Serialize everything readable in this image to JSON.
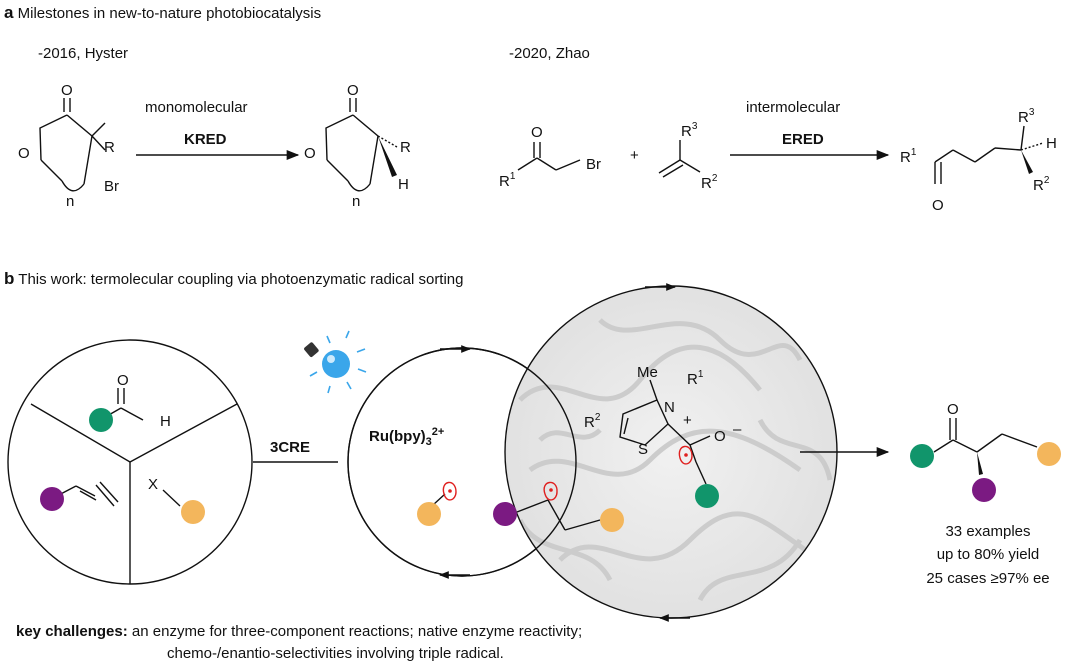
{
  "panel_a": {
    "letter": "a",
    "title": "Milestones in new-to-nature photobiocatalysis",
    "left": {
      "year_label": "-2016, Hyster",
      "arrow_top": "monomolecular",
      "enzyme": "KRED",
      "sm_atoms": [
        "O",
        "O",
        "R",
        "Br",
        "n"
      ],
      "pr_atoms": [
        "O",
        "O",
        "R",
        "H",
        "n"
      ]
    },
    "right": {
      "year_label": "-2020, Zhao",
      "arrow_top": "intermolecular",
      "enzyme": "ERED",
      "plus": "+",
      "ketone_atoms": [
        "O",
        "Br",
        "R",
        "1"
      ],
      "alkene_atoms": [
        "R",
        "3",
        "R",
        "2"
      ],
      "product_atoms": [
        "R",
        "1",
        "O",
        "R",
        "3",
        "H",
        "R",
        "2"
      ]
    }
  },
  "panel_b": {
    "letter": "b",
    "title": "This work: termolecular coupling via photoenzymatic radical sorting",
    "label_3cre": "3CRE",
    "catalyst_base": "Ru(bpy)",
    "catalyst_sub": "3",
    "catalyst_sup": "2+",
    "aldehyde_atoms": [
      "O",
      "H"
    ],
    "halide_atom": "X",
    "thiazolium": {
      "me": "Me",
      "n": "N",
      "r1": "R",
      "r1_sup": "1",
      "r2": "R",
      "r2_sup": "2",
      "plus": "+",
      "s": "S",
      "o": "O",
      "minus": "–"
    },
    "product_atom": "O",
    "results": [
      "33 examples",
      "up to 80% yield",
      "25 cases ≥97% ee"
    ],
    "challenges_label": "key challenges:",
    "challenges_line1": "an enzyme for three-component reactions; native enzyme reactivity;",
    "challenges_line2": "chemo-/enantio-selectivities involving triple radical."
  },
  "colors": {
    "green": "#11956b",
    "purple": "#7b1a82",
    "orange": "#f3b65c",
    "radical_red": "#e0201f",
    "bulb_blue": "#3aa6ea"
  }
}
